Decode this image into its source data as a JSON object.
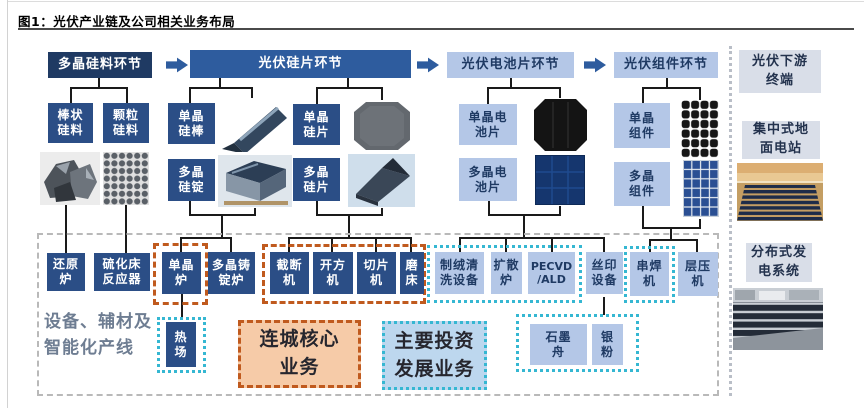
{
  "title": "图1：光伏产业链及公司相关业务布局",
  "stages": [
    {
      "label": "多晶硅料环节"
    },
    {
      "label": "光伏硅片环节"
    },
    {
      "label": "光伏电池片环节"
    },
    {
      "label": "光伏组件环节"
    }
  ],
  "downstream": {
    "header": "光伏下游\n终端",
    "items": [
      {
        "label": "集中式地\n面电站"
      },
      {
        "label": "分布式发\n电系统"
      }
    ]
  },
  "products": [
    {
      "label": "棒状\n硅料"
    },
    {
      "label": "颗粒\n硅料"
    },
    {
      "label": "单晶\n硅棒"
    },
    {
      "label": "多晶\n硅锭"
    },
    {
      "label": "单晶\n硅片"
    },
    {
      "label": "多晶\n硅片"
    },
    {
      "label": "单晶电\n池片"
    },
    {
      "label": "多晶电\n池片"
    },
    {
      "label": "单晶\n组件"
    },
    {
      "label": "多晶\n组件"
    }
  ],
  "equipment_dark": [
    {
      "label": "还原\n炉"
    },
    {
      "label": "硫化床\n反应器"
    },
    {
      "label": "单晶\n炉"
    },
    {
      "label": "多晶铸\n锭炉"
    },
    {
      "label": "截断\n机"
    },
    {
      "label": "开方\n机"
    },
    {
      "label": "切片\n机"
    },
    {
      "label": "磨\n床"
    },
    {
      "label": "热\n场"
    }
  ],
  "equipment_light": [
    {
      "label": "制绒清\n洗设备"
    },
    {
      "label": "扩散\n炉"
    },
    {
      "label": "PECVD\n/ALD"
    },
    {
      "label": "丝印\n设备"
    },
    {
      "label": "串焊\n机"
    },
    {
      "label": "层压\n机"
    },
    {
      "label": "石墨\n舟"
    },
    {
      "label": "银\n粉"
    }
  ],
  "area_label": "设备、辅材及\n智能化产线",
  "legend": [
    {
      "label": "连城核心\n业务"
    },
    {
      "label": "主要投资\n发展业务"
    }
  ],
  "images": {
    "chunks": "polysilicon-chunks-photo",
    "granules": "granular-silicon-photo",
    "rod": "mono-ingot-rod-photo",
    "ingot": "poly-ingot-photo",
    "mono_wafer": "mono-wafer-photo",
    "poly_wafer": "poly-wafer-photo",
    "mono_cell": "mono-cell-photo",
    "poly_cell": "poly-cell-photo",
    "mono_module": "mono-module-photo",
    "poly_module": "poly-module-photo",
    "solar_farm": "ground-station-photo",
    "rooftop": "distributed-rooftop-photo"
  },
  "colors": {
    "stage_dark": "#1F3A63",
    "stage_blue": "#2E5C9E",
    "box_navy": "#2B4E86",
    "light_blue": "#B4C7E7",
    "panel_gray": "#D9DEE8",
    "core_border": "#C05A1E",
    "core_fill": "#F6CBA8",
    "invest_border": "#35B7D2",
    "invest_fill": "#BDD7EE",
    "connector": "#1a1a1a"
  }
}
